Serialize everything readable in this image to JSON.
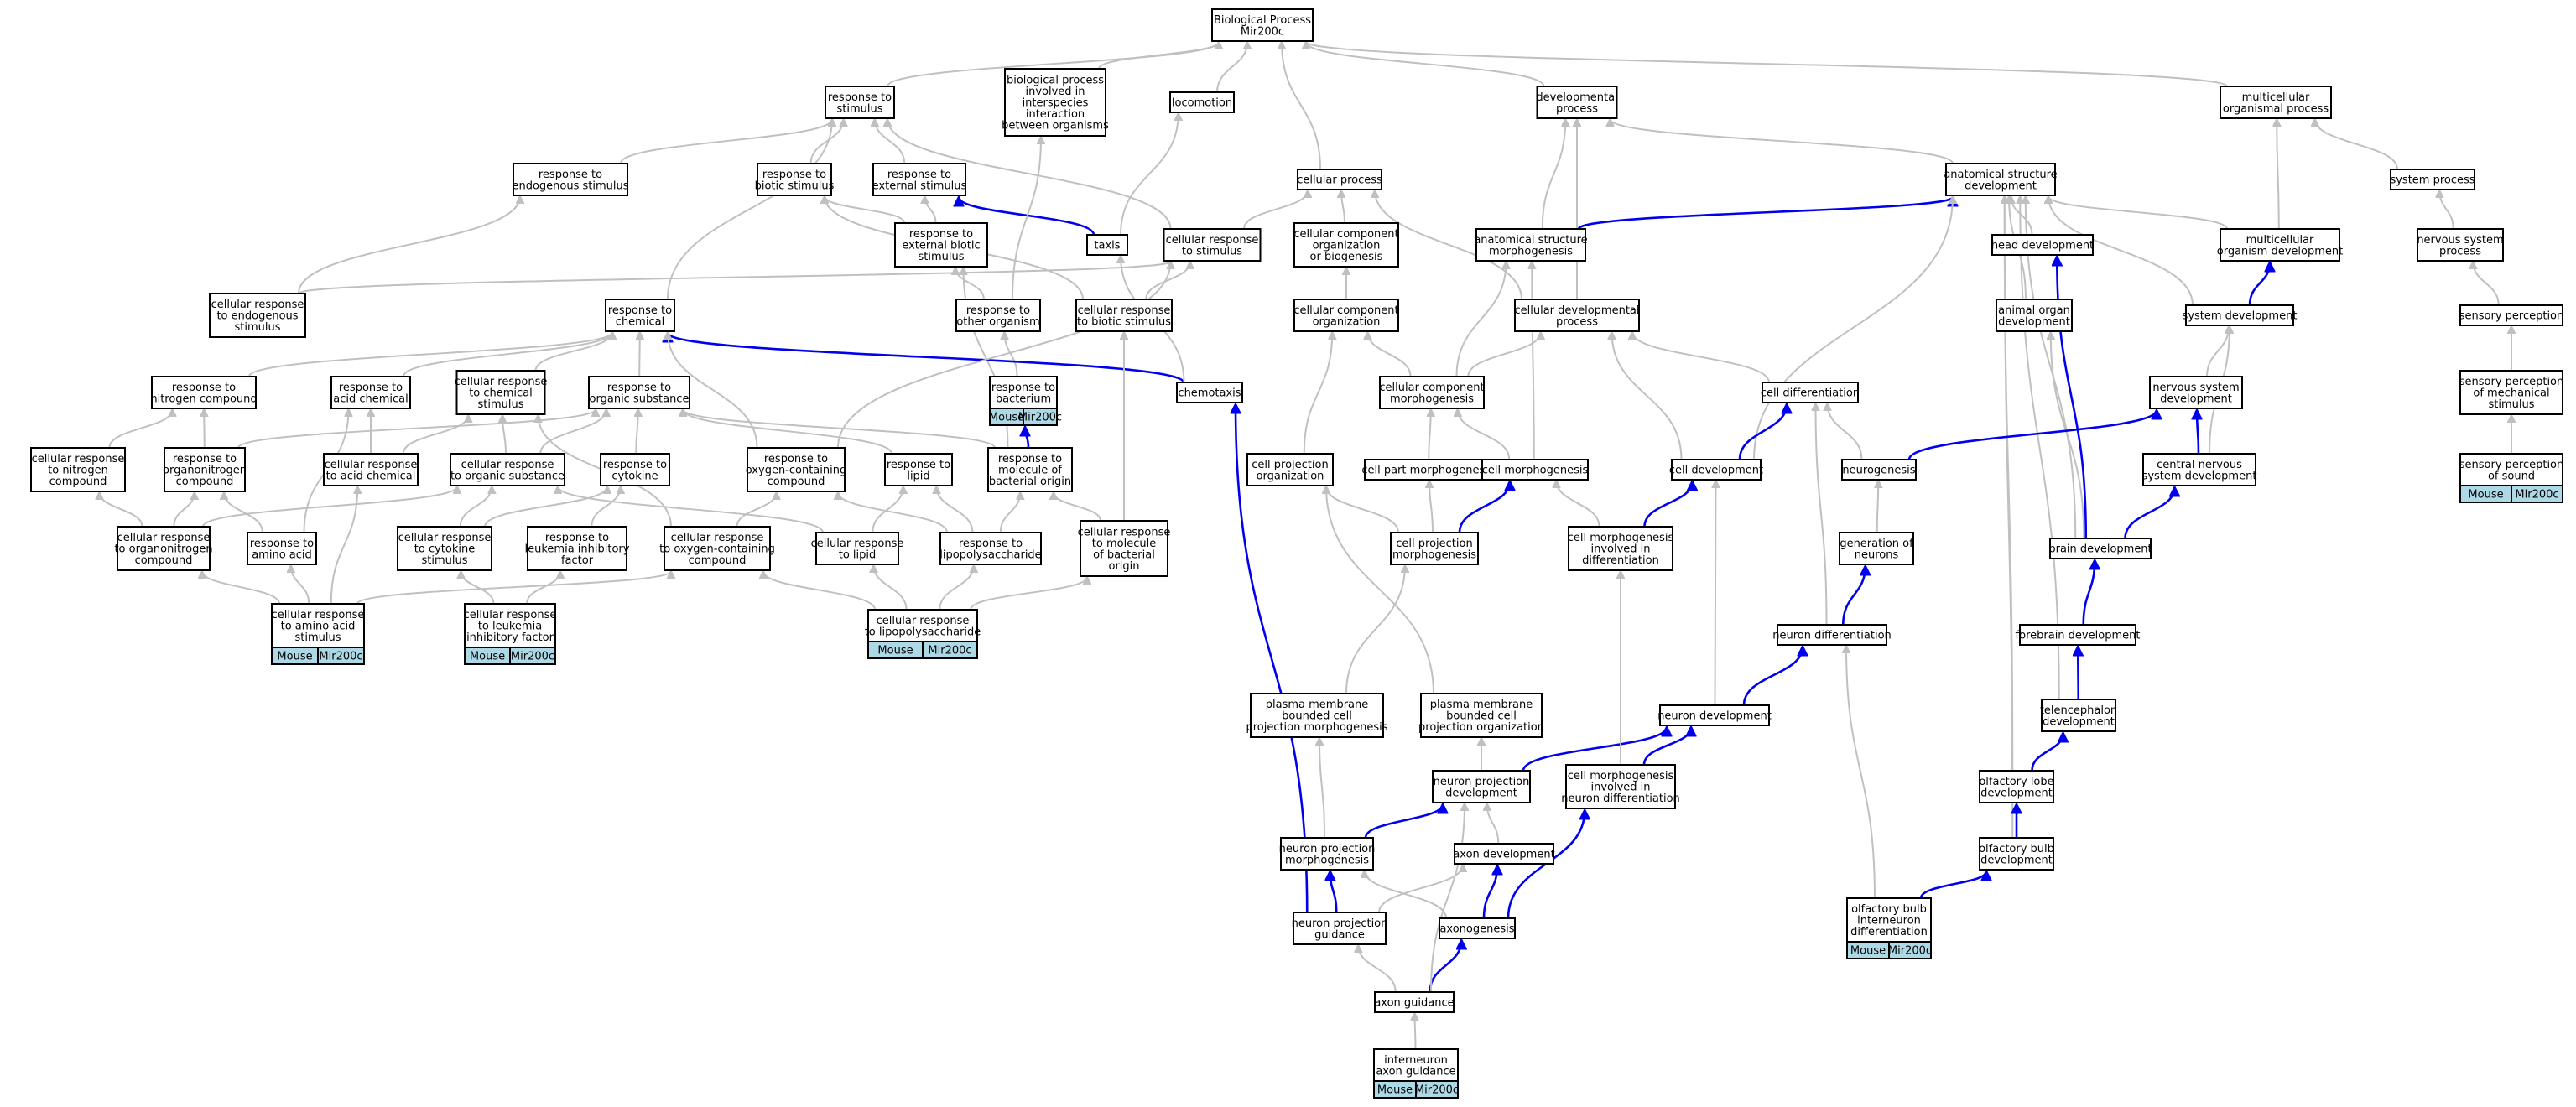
{
  "colors": {
    "highlight_edge": "#0000ee",
    "normal_edge": "#c0c0c0",
    "tag_fill": "#add8e6"
  },
  "nodes": [
    {
      "id": "bp",
      "lines": [
        "Biological Process",
        "Mir200c"
      ]
    },
    {
      "id": "rstim",
      "lines": [
        "response to",
        "stimulus"
      ]
    },
    {
      "id": "bpinter",
      "lines": [
        "biological process",
        "involved in",
        "interspecies",
        "interaction",
        "between organisms"
      ]
    },
    {
      "id": "loco",
      "lines": [
        "locomotion"
      ]
    },
    {
      "id": "devproc",
      "lines": [
        "developmental",
        "process"
      ]
    },
    {
      "id": "multiproc",
      "lines": [
        "multicellular",
        "organismal process"
      ]
    },
    {
      "id": "rendo",
      "lines": [
        "response to",
        "endogenous stimulus"
      ]
    },
    {
      "id": "rbiotic",
      "lines": [
        "response to",
        "biotic stimulus"
      ]
    },
    {
      "id": "rext",
      "lines": [
        "response to",
        "external stimulus"
      ]
    },
    {
      "id": "cellproc",
      "lines": [
        "cellular process"
      ]
    },
    {
      "id": "asd",
      "lines": [
        "anatomical structure",
        "development"
      ]
    },
    {
      "id": "sysproc",
      "lines": [
        "system process"
      ]
    },
    {
      "id": "rextbiotic",
      "lines": [
        "response to",
        "external biotic",
        "stimulus"
      ]
    },
    {
      "id": "taxis",
      "lines": [
        "taxis"
      ]
    },
    {
      "id": "crstim",
      "lines": [
        "cellular response",
        "to stimulus"
      ]
    },
    {
      "id": "ccob",
      "lines": [
        "cellular component",
        "organization",
        "or biogenesis"
      ]
    },
    {
      "id": "asm",
      "lines": [
        "anatomical structure",
        "morphogenesis"
      ]
    },
    {
      "id": "headdev",
      "lines": [
        "head development"
      ]
    },
    {
      "id": "mod",
      "lines": [
        "multicellular",
        "organism development"
      ]
    },
    {
      "id": "nsp",
      "lines": [
        "nervous system",
        "process"
      ]
    },
    {
      "id": "crendo",
      "lines": [
        "cellular response",
        "to endogenous",
        "stimulus"
      ]
    },
    {
      "id": "rchem",
      "lines": [
        "response to",
        "chemical"
      ]
    },
    {
      "id": "rother",
      "lines": [
        "response to",
        "other organism"
      ]
    },
    {
      "id": "crbiotic",
      "lines": [
        "cellular response",
        "to biotic stimulus"
      ]
    },
    {
      "id": "cco",
      "lines": [
        "cellular component",
        "organization"
      ]
    },
    {
      "id": "cdp",
      "lines": [
        "cellular developmental",
        "process"
      ]
    },
    {
      "id": "aod",
      "lines": [
        "animal organ",
        "development"
      ]
    },
    {
      "id": "sysdev",
      "lines": [
        "system development"
      ]
    },
    {
      "id": "sensperc",
      "lines": [
        "sensory perception"
      ]
    },
    {
      "id": "rnitro",
      "lines": [
        "response to",
        "nitrogen compound"
      ]
    },
    {
      "id": "racid",
      "lines": [
        "response to",
        "acid chemical"
      ]
    },
    {
      "id": "crchem",
      "lines": [
        "cellular response",
        "to chemical",
        "stimulus"
      ]
    },
    {
      "id": "rorg",
      "lines": [
        "response to",
        "organic substance"
      ]
    },
    {
      "id": "rbact",
      "lines": [
        "response to",
        "bacterium"
      ],
      "tag": true
    },
    {
      "id": "chemotaxis",
      "lines": [
        "chemotaxis"
      ]
    },
    {
      "id": "ccm",
      "lines": [
        "cellular component",
        "morphogenesis"
      ]
    },
    {
      "id": "celldiff",
      "lines": [
        "cell differentiation"
      ]
    },
    {
      "id": "nsdev",
      "lines": [
        "nervous system",
        "development"
      ]
    },
    {
      "id": "spmech",
      "lines": [
        "sensory perception",
        "of mechanical",
        "stimulus"
      ]
    },
    {
      "id": "crnitro",
      "lines": [
        "cellular response",
        "to nitrogen",
        "compound"
      ]
    },
    {
      "id": "rorgn",
      "lines": [
        "response to",
        "organonitrogen",
        "compound"
      ]
    },
    {
      "id": "cracid",
      "lines": [
        "cellular response",
        "to acid chemical"
      ]
    },
    {
      "id": "crorg",
      "lines": [
        "cellular response",
        "to organic substance"
      ]
    },
    {
      "id": "rcyto",
      "lines": [
        "response to",
        "cytokine"
      ]
    },
    {
      "id": "roxy",
      "lines": [
        "response to",
        "oxygen-containing",
        "compound"
      ]
    },
    {
      "id": "rlipid",
      "lines": [
        "response to",
        "lipid"
      ]
    },
    {
      "id": "rmolbact",
      "lines": [
        "response to",
        "molecule of",
        "bacterial origin"
      ]
    },
    {
      "id": "cpo",
      "lines": [
        "cell projection",
        "organization"
      ]
    },
    {
      "id": "cpartm",
      "lines": [
        "cell part morphogenesis"
      ]
    },
    {
      "id": "cellmorph",
      "lines": [
        "cell morphogenesis"
      ]
    },
    {
      "id": "celldev",
      "lines": [
        "cell development"
      ]
    },
    {
      "id": "neurogen",
      "lines": [
        "neurogenesis"
      ]
    },
    {
      "id": "cns",
      "lines": [
        "central nervous",
        "system development"
      ]
    },
    {
      "id": "spsound",
      "lines": [
        "sensory perception",
        "of sound"
      ],
      "tag": true
    },
    {
      "id": "crorgn",
      "lines": [
        "cellular response",
        "to organonitrogen",
        "compound"
      ]
    },
    {
      "id": "ramino",
      "lines": [
        "response to",
        "amino acid"
      ]
    },
    {
      "id": "crcyto",
      "lines": [
        "cellular response",
        "to cytokine",
        "stimulus"
      ]
    },
    {
      "id": "rlif",
      "lines": [
        "response to",
        "leukemia inhibitory",
        "factor"
      ]
    },
    {
      "id": "croxy",
      "lines": [
        "cellular response",
        "to oxygen-containing",
        "compound"
      ]
    },
    {
      "id": "crlipid",
      "lines": [
        "cellular response",
        "to lipid"
      ]
    },
    {
      "id": "rlps",
      "lines": [
        "response to",
        "lipopolysaccharide"
      ]
    },
    {
      "id": "crmolbact",
      "lines": [
        "cellular response",
        "to molecule",
        "of bacterial",
        "origin"
      ]
    },
    {
      "id": "cpm",
      "lines": [
        "cell projection",
        "morphogenesis"
      ]
    },
    {
      "id": "cmdiff",
      "lines": [
        "cell morphogenesis",
        "involved in",
        "differentiation"
      ]
    },
    {
      "id": "genneur",
      "lines": [
        "generation of",
        "neurons"
      ]
    },
    {
      "id": "braindev",
      "lines": [
        "brain development"
      ]
    },
    {
      "id": "cramino",
      "lines": [
        "cellular response",
        "to amino acid",
        "stimulus"
      ],
      "tag": true
    },
    {
      "id": "crlif",
      "lines": [
        "cellular response",
        "to leukemia",
        "inhibitory factor"
      ],
      "tag": true
    },
    {
      "id": "crlps",
      "lines": [
        "cellular response",
        "to lipopolysaccharide"
      ],
      "tag": true
    },
    {
      "id": "neurdiff",
      "lines": [
        "neuron differentiation"
      ]
    },
    {
      "id": "forebrain",
      "lines": [
        "forebrain development"
      ]
    },
    {
      "id": "pmbcpm",
      "lines": [
        "plasma membrane",
        "bounded cell",
        "projection morphogenesis"
      ]
    },
    {
      "id": "pmbcpo",
      "lines": [
        "plasma membrane",
        "bounded cell",
        "projection organization"
      ]
    },
    {
      "id": "neurdev",
      "lines": [
        "neuron development"
      ]
    },
    {
      "id": "telen",
      "lines": [
        "telencephalon",
        "development"
      ]
    },
    {
      "id": "npdev",
      "lines": [
        "neuron projection",
        "development"
      ]
    },
    {
      "id": "cmnd",
      "lines": [
        "cell morphogenesis",
        "involved in",
        "neuron differentiation"
      ]
    },
    {
      "id": "olfactlobe",
      "lines": [
        "olfactory lobe",
        "development"
      ]
    },
    {
      "id": "npm",
      "lines": [
        "neuron projection",
        "morphogenesis"
      ]
    },
    {
      "id": "axondev",
      "lines": [
        "axon development"
      ]
    },
    {
      "id": "olfbulb",
      "lines": [
        "olfactory bulb",
        "development"
      ]
    },
    {
      "id": "npg",
      "lines": [
        "neuron projection",
        "guidance"
      ]
    },
    {
      "id": "axonogen",
      "lines": [
        "axonogenesis"
      ]
    },
    {
      "id": "obid",
      "lines": [
        "olfactory bulb",
        "interneuron",
        "differentiation"
      ],
      "tag": true
    },
    {
      "id": "axguide",
      "lines": [
        "axon guidance"
      ]
    },
    {
      "id": "iag",
      "lines": [
        "interneuron",
        "axon guidance"
      ],
      "tag": true
    }
  ],
  "tag_labels": [
    "Mouse",
    "Mir200c"
  ],
  "edges": [
    [
      "rstim",
      "bp",
      "g"
    ],
    [
      "bpinter",
      "bp",
      "g"
    ],
    [
      "loco",
      "bp",
      "g"
    ],
    [
      "cellproc",
      "bp",
      "g"
    ],
    [
      "devproc",
      "bp",
      "g"
    ],
    [
      "multiproc",
      "bp",
      "g"
    ],
    [
      "rendo",
      "rstim",
      "g"
    ],
    [
      "rbiotic",
      "rstim",
      "g"
    ],
    [
      "rext",
      "rstim",
      "g"
    ],
    [
      "crstim",
      "rstim",
      "g"
    ],
    [
      "rchem",
      "rstim",
      "g"
    ],
    [
      "asd",
      "devproc",
      "g"
    ],
    [
      "asm",
      "devproc",
      "g"
    ],
    [
      "cdp",
      "devproc",
      "g"
    ],
    [
      "mod",
      "multiproc",
      "g"
    ],
    [
      "sysproc",
      "multiproc",
      "g"
    ],
    [
      "rextbiotic",
      "rbiotic",
      "g"
    ],
    [
      "rextbiotic",
      "rext",
      "g"
    ],
    [
      "crbiotic",
      "rbiotic",
      "g"
    ],
    [
      "taxis",
      "rext",
      "b"
    ],
    [
      "taxis",
      "loco",
      "g"
    ],
    [
      "crstim",
      "cellproc",
      "g"
    ],
    [
      "ccob",
      "cellproc",
      "g"
    ],
    [
      "cdp",
      "cellproc",
      "g"
    ],
    [
      "asm",
      "asd",
      "b"
    ],
    [
      "headdev",
      "asd",
      "g"
    ],
    [
      "mod",
      "asd",
      "g"
    ],
    [
      "aod",
      "asd",
      "g"
    ],
    [
      "sysdev",
      "asd",
      "g"
    ],
    [
      "celldev",
      "asd",
      "g"
    ],
    [
      "braindev",
      "asd",
      "g"
    ],
    [
      "olfactlobe",
      "asd",
      "g"
    ],
    [
      "olfbulb",
      "asd",
      "g"
    ],
    [
      "telen",
      "asd",
      "g"
    ],
    [
      "nsp",
      "sysproc",
      "g"
    ],
    [
      "sensperc",
      "nsp",
      "g"
    ],
    [
      "spmech",
      "sensperc",
      "g"
    ],
    [
      "spsound",
      "spmech",
      "g"
    ],
    [
      "rother",
      "rextbiotic",
      "g"
    ],
    [
      "rother",
      "bpinter",
      "g"
    ],
    [
      "crbiotic",
      "crstim",
      "g"
    ],
    [
      "cco",
      "ccob",
      "g"
    ],
    [
      "ccm",
      "cco",
      "g"
    ],
    [
      "ccm",
      "asm",
      "g"
    ],
    [
      "ccm",
      "cdp",
      "g"
    ],
    [
      "sysdev",
      "mod",
      "b"
    ],
    [
      "braindev",
      "headdev",
      "b"
    ],
    [
      "braindev",
      "aod",
      "g"
    ],
    [
      "crendo",
      "rendo",
      "g"
    ],
    [
      "crendo",
      "crstim",
      "g"
    ],
    [
      "rbact",
      "rother",
      "g"
    ],
    [
      "rmolbact",
      "rbact",
      "b"
    ],
    [
      "rmolbact",
      "rextbiotic",
      "g"
    ],
    [
      "chemotaxis",
      "rchem",
      "b"
    ],
    [
      "chemotaxis",
      "taxis",
      "g"
    ],
    [
      "crmolbact",
      "crbiotic",
      "g"
    ],
    [
      "crmolbact",
      "rmolbact",
      "g"
    ],
    [
      "celldiff",
      "cdp",
      "g"
    ],
    [
      "nsdev",
      "sysdev",
      "g"
    ],
    [
      "cns",
      "sysdev",
      "g"
    ],
    [
      "rnitro",
      "rchem",
      "g"
    ],
    [
      "racid",
      "rchem",
      "g"
    ],
    [
      "crchem",
      "rchem",
      "g"
    ],
    [
      "rorg",
      "rchem",
      "g"
    ],
    [
      "roxy",
      "rchem",
      "g"
    ],
    [
      "crnitro",
      "rnitro",
      "g"
    ],
    [
      "rorgn",
      "rnitro",
      "g"
    ],
    [
      "rorgn",
      "rorg",
      "g"
    ],
    [
      "cracid",
      "racid",
      "g"
    ],
    [
      "cracid",
      "crchem",
      "g"
    ],
    [
      "crorg",
      "crchem",
      "g"
    ],
    [
      "crorg",
      "rorg",
      "g"
    ],
    [
      "rcyto",
      "rorg",
      "g"
    ],
    [
      "rlipid",
      "rorg",
      "g"
    ],
    [
      "rmolbact",
      "rorg",
      "g"
    ],
    [
      "roxy",
      "crstim",
      "g"
    ],
    [
      "cpo",
      "cco",
      "g"
    ],
    [
      "cpartm",
      "ccm",
      "g"
    ],
    [
      "cellmorph",
      "asm",
      "g"
    ],
    [
      "cellmorph",
      "ccm",
      "g"
    ],
    [
      "celldev",
      "celldiff",
      "b"
    ],
    [
      "celldev",
      "cdp",
      "g"
    ],
    [
      "neurogen",
      "nsdev",
      "b"
    ],
    [
      "neurogen",
      "celldiff",
      "g"
    ],
    [
      "cns",
      "nsdev",
      "b"
    ],
    [
      "braindev",
      "cns",
      "b"
    ],
    [
      "crorgn",
      "rorgn",
      "g"
    ],
    [
      "crorgn",
      "crnitro",
      "g"
    ],
    [
      "crorgn",
      "crorg",
      "g"
    ],
    [
      "ramino",
      "racid",
      "g"
    ],
    [
      "ramino",
      "rorgn",
      "g"
    ],
    [
      "crcyto",
      "crorg",
      "g"
    ],
    [
      "crcyto",
      "rcyto",
      "g"
    ],
    [
      "rlif",
      "rcyto",
      "g"
    ],
    [
      "croxy",
      "roxy",
      "g"
    ],
    [
      "croxy",
      "crchem",
      "g"
    ],
    [
      "crlipid",
      "rlipid",
      "g"
    ],
    [
      "crlipid",
      "crorg",
      "g"
    ],
    [
      "rlps",
      "rlipid",
      "g"
    ],
    [
      "rlps",
      "rmolbact",
      "g"
    ],
    [
      "rlps",
      "roxy",
      "g"
    ],
    [
      "cpm",
      "cpo",
      "g"
    ],
    [
      "cpm",
      "cpartm",
      "g"
    ],
    [
      "cpm",
      "cellmorph",
      "b"
    ],
    [
      "cmdiff",
      "cellmorph",
      "g"
    ],
    [
      "cmdiff",
      "celldev",
      "b"
    ],
    [
      "genneur",
      "neurogen",
      "g"
    ],
    [
      "cramino",
      "ramino",
      "g"
    ],
    [
      "cramino",
      "crorgn",
      "g"
    ],
    [
      "cramino",
      "cracid",
      "g"
    ],
    [
      "cramino",
      "croxy",
      "g"
    ],
    [
      "crlif",
      "crcyto",
      "g"
    ],
    [
      "crlif",
      "rlif",
      "g"
    ],
    [
      "crlps",
      "rlps",
      "g"
    ],
    [
      "crlps",
      "crmolbact",
      "g"
    ],
    [
      "crlps",
      "crlipid",
      "g"
    ],
    [
      "crlps",
      "croxy",
      "g"
    ],
    [
      "neurdiff",
      "genneur",
      "b"
    ],
    [
      "neurdiff",
      "celldiff",
      "g"
    ],
    [
      "forebrain",
      "braindev",
      "b"
    ],
    [
      "pmbcpm",
      "cpm",
      "g"
    ],
    [
      "pmbcpo",
      "cpo",
      "g"
    ],
    [
      "neurdev",
      "neurdiff",
      "b"
    ],
    [
      "neurdev",
      "celldev",
      "g"
    ],
    [
      "telen",
      "forebrain",
      "b"
    ],
    [
      "npdev",
      "neurdev",
      "b"
    ],
    [
      "npdev",
      "pmbcpo",
      "g"
    ],
    [
      "cmnd",
      "neurdev",
      "b"
    ],
    [
      "cmnd",
      "cmdiff",
      "g"
    ],
    [
      "olfactlobe",
      "telen",
      "b"
    ],
    [
      "npm",
      "npdev",
      "b"
    ],
    [
      "npm",
      "pmbcpm",
      "g"
    ],
    [
      "axondev",
      "npdev",
      "g"
    ],
    [
      "olfbulb",
      "olfactlobe",
      "b"
    ],
    [
      "npg",
      "npm",
      "b"
    ],
    [
      "npg",
      "chemotaxis",
      "b"
    ],
    [
      "npg",
      "axondev",
      "g"
    ],
    [
      "axonogen",
      "axondev",
      "b"
    ],
    [
      "axonogen",
      "cmnd",
      "b"
    ],
    [
      "axonogen",
      "npm",
      "g"
    ],
    [
      "obid",
      "olfbulb",
      "b"
    ],
    [
      "obid",
      "neurdiff",
      "g"
    ],
    [
      "axguide",
      "axonogen",
      "b"
    ],
    [
      "axguide",
      "npg",
      "g"
    ],
    [
      "axguide",
      "npdev",
      "g"
    ],
    [
      "iag",
      "axguide",
      "g"
    ]
  ]
}
